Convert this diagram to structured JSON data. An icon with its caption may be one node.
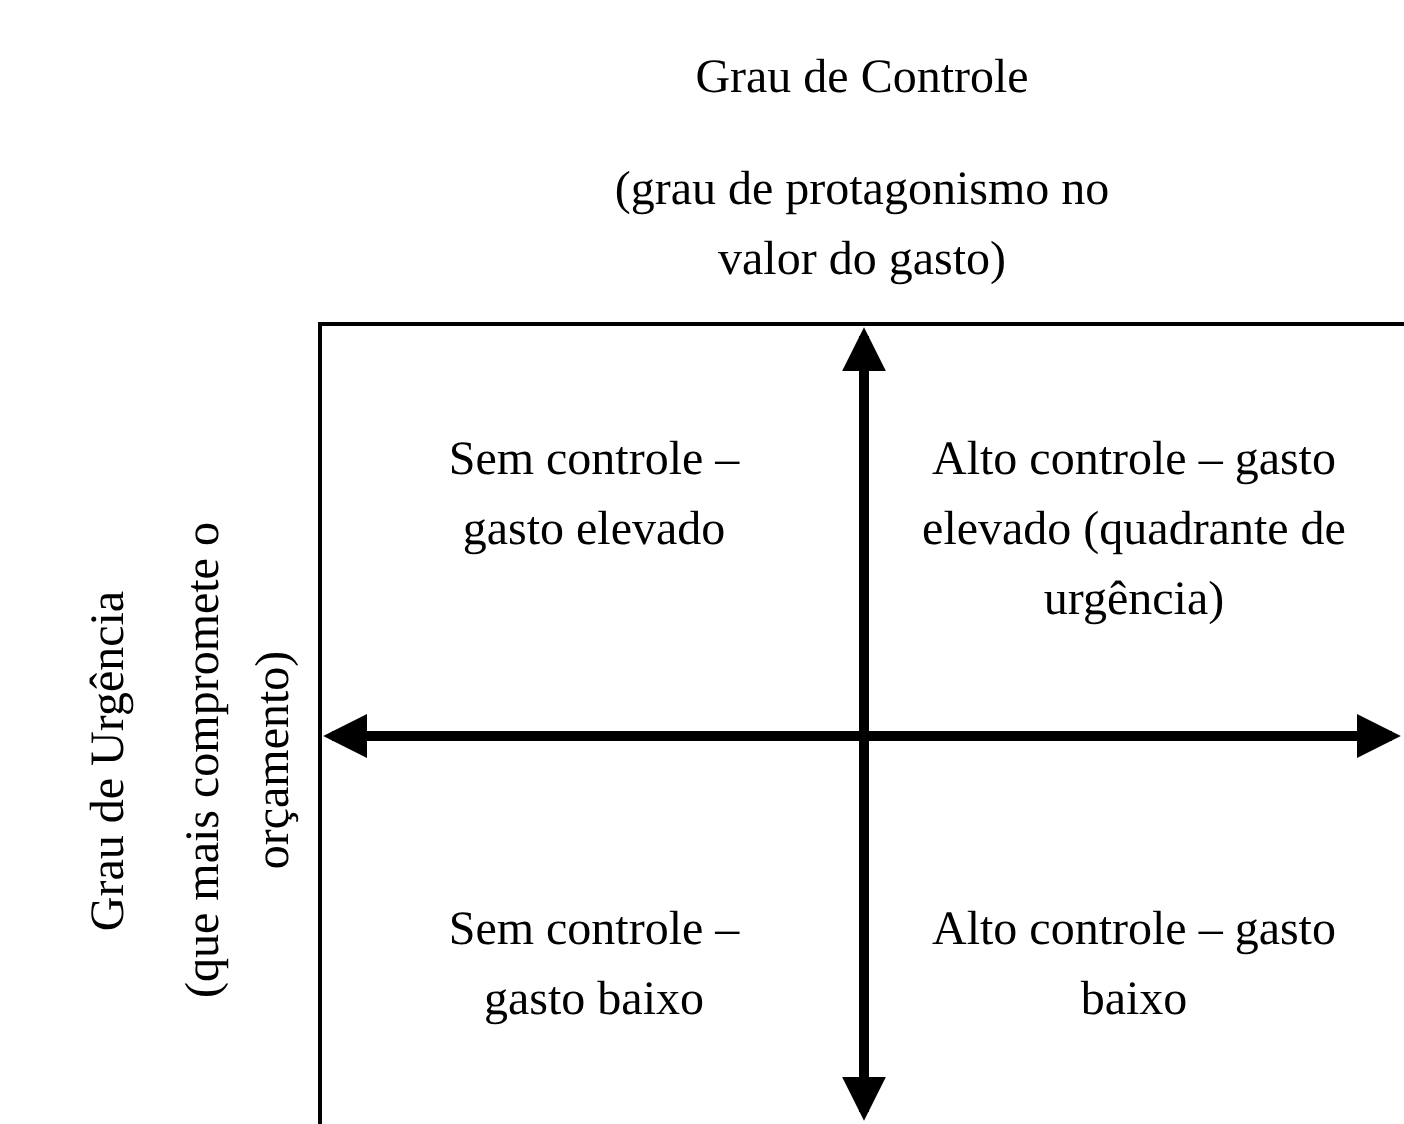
{
  "diagram": {
    "labels": [
      "Grau de Controle",
      "(grau de protagonismo no valor do gasto)",
      "Grau de Urgência",
      "(que mais compromete o orçamento)",
      "Sem controle – gasto elevado",
      "Alto controle – gasto elevado (quadrante de urgência)",
      "Sem controle – gasto baixo",
      "Alto controle – gasto baixo"
    ]
  }
}
